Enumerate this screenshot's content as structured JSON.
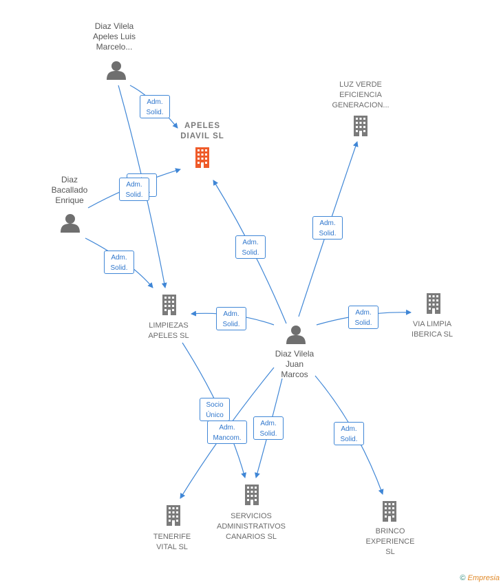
{
  "colors": {
    "edge": "#3f86d6",
    "building": "#7b7b7b",
    "main_building": "#ef5b2a",
    "person": "#6f6f6f"
  },
  "nodes": {
    "apeles_diavil": "APELES\nDIAVIL  SL",
    "luz_verde": "LUZ VERDE\nEFICIENCIA\nGENERACION...",
    "limpiezas": "LIMPIEZAS\nAPELES SL",
    "via_limpia": "VIA LIMPIA\nIBERICA SL",
    "servicios": "SERVICIOS\nADMINISTRATIVOS\nCANARIOS  SL",
    "tenerife": "TENERIFE\nVITAL SL",
    "brinco": "BRINCO\nEXPERIENCE\nSL",
    "p_luis": "Diaz Vilela\nApeles Luis\nMarcelo...",
    "p_enrique": "Diaz\nBacallado\nEnrique",
    "p_juan": "Diaz Vilela\nJuan\nMarcos"
  },
  "roles": {
    "r1": "Adm.\nSolid.",
    "r2": "Adm.\nSolid.",
    "r3": "Adm.\nSolid.",
    "r4": "Adm.\nSolid.",
    "r5": "Adm.\nSolid.",
    "r6": "Adm.\nSolid.",
    "r7": "Adm.\nSolid.",
    "r8": "Adm.\nSolid.",
    "r9": "Socio\nÚnico",
    "r10": "Adm.\nMancom.",
    "r11": "Adm.\nSolid.",
    "r12": "Adm.\nSolid."
  },
  "footer": {
    "copyright": "©",
    "brand": "Empresia"
  }
}
